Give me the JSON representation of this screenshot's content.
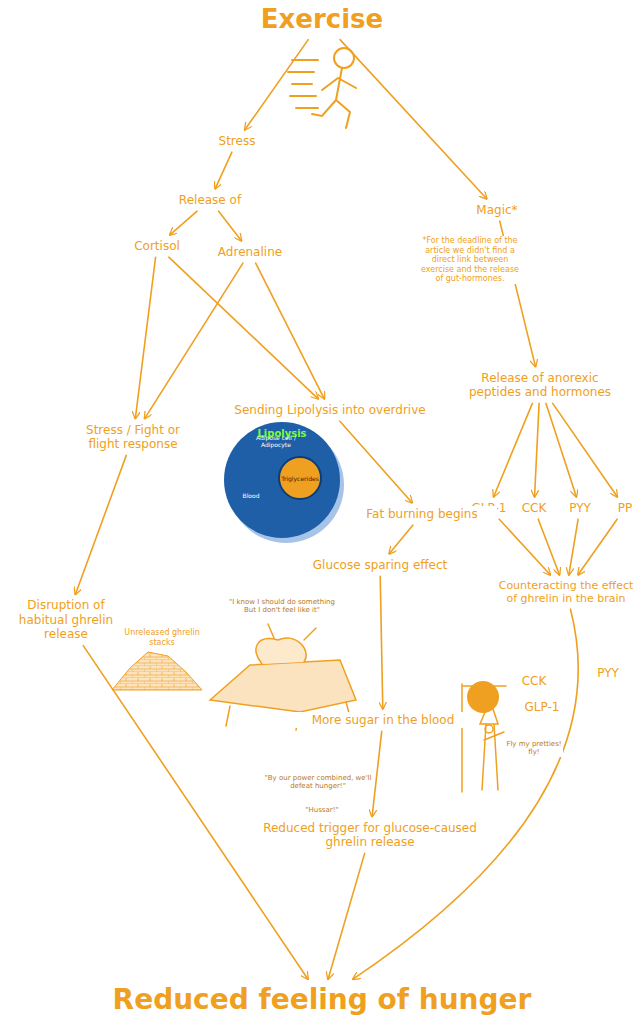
{
  "diagram": {
    "nodes": [
      {
        "text": [
          "Exercise"
        ]
      },
      {
        "text": [
          "Stress"
        ]
      },
      {
        "text": [
          "Magic*"
        ]
      },
      {
        "text": [
          "Release of"
        ]
      },
      {
        "text": [
          "Cortisol"
        ]
      },
      {
        "text": [
          "Adrenaline"
        ]
      },
      {
        "text": [
          "Release of anorexic peptides and hormones"
        ]
      },
      {
        "text": [
          "Sending Lipolysis into overdrive"
        ]
      },
      {
        "text": [
          "Stress / Fight or flight response"
        ]
      },
      {
        "text": [
          "Lipolysis"
        ]
      },
      {
        "text": [
          "Triglycerides"
        ],
        "in": 9
      },
      {
        "text": [
          "GLP-1"
        ]
      },
      {
        "text": [
          "CCK"
        ]
      },
      {
        "text": [
          "PYY"
        ]
      },
      {
        "text": [
          "PP"
        ]
      },
      {
        "text": [
          "Fat burning begins"
        ]
      },
      {
        "text": [
          "Glucose sparing effect"
        ]
      },
      {
        "text": [
          "Counteracting the effect of ghrelin in the brain"
        ]
      },
      {
        "text": [
          "Disruption of habitual ghrelin release"
        ]
      },
      {
        "text": [
          "More sugar in the blood"
        ]
      },
      {
        "text": [
          "Reduced trigger for glucose-caused ghrelin release"
        ]
      },
      {
        "text": [
          "Reduced feeling of hunger"
        ]
      }
    ],
    "edges": [
      {
        "from": 0,
        "to": 1,
        "arrow": "to"
      },
      {
        "from": 0,
        "to": 2,
        "arrow": "to"
      },
      {
        "from": 1,
        "to": 3,
        "arrow": "to"
      },
      {
        "from": 3,
        "to": 4,
        "arrow": "to"
      },
      {
        "from": 3,
        "to": 5,
        "arrow": "to"
      },
      {
        "from": 4,
        "to": 8,
        "arrow": "to"
      },
      {
        "from": 4,
        "to": 7,
        "arrow": "to"
      },
      {
        "from": 5,
        "to": 8,
        "arrow": "to"
      },
      {
        "from": 5,
        "to": 7,
        "arrow": "to"
      },
      {
        "from": 2,
        "to": 6,
        "arrow": "to"
      },
      {
        "from": 6,
        "to": 11,
        "arrow": "to"
      },
      {
        "from": 6,
        "to": 12,
        "arrow": "to"
      },
      {
        "from": 6,
        "to": 13,
        "arrow": "to"
      },
      {
        "from": 6,
        "to": 14,
        "arrow": "to"
      },
      {
        "from": 11,
        "to": 17,
        "arrow": "to"
      },
      {
        "from": 12,
        "to": 17,
        "arrow": "to"
      },
      {
        "from": 13,
        "to": 17,
        "arrow": "to"
      },
      {
        "from": 14,
        "to": 17,
        "arrow": "to"
      },
      {
        "from": 8,
        "to": 18,
        "arrow": "to"
      },
      {
        "from": 7,
        "to": 15,
        "arrow": "to"
      },
      {
        "from": 15,
        "to": 16,
        "arrow": "to"
      },
      {
        "from": 16,
        "to": 19,
        "arrow": "to"
      },
      {
        "from": 19,
        "to": 20,
        "arrow": "to"
      },
      {
        "from": 18,
        "to": 21,
        "arrow": "to"
      },
      {
        "from": 20,
        "to": 21,
        "arrow": "to"
      },
      {
        "from": 17,
        "to": 21,
        "arrow": "to"
      }
    ],
    "labels": [
      "*For the deadline of the article we didn't find a direct link between exercise and the release of gut-hormones.",
      "Unreleased ghrelin stacks",
      "\"I know I should do something But I don't feel like it\"",
      "Adipose cell / Adipocyte",
      "Blood",
      "CCK",
      "PYY",
      "GLP-1",
      "Fly my pretties! fly!",
      "\"By our power combined, we'll defeat hunger!\"",
      "\"Hussar!\""
    ]
  }
}
